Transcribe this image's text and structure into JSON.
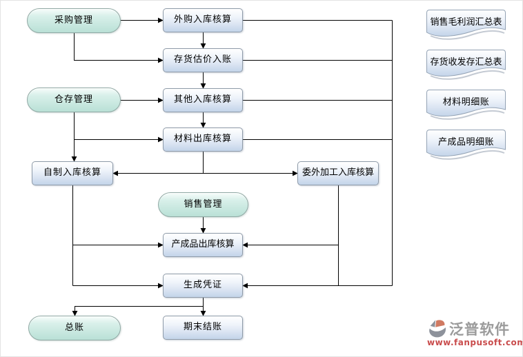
{
  "diagram": {
    "nodes": {
      "procurement_mgmt": {
        "label": "采购管理",
        "type": "pill"
      },
      "purchase_inbound": {
        "label": "外购入库核算",
        "type": "process"
      },
      "inventory_valuation": {
        "label": "存货估价入账",
        "type": "process"
      },
      "warehouse_mgmt": {
        "label": "仓存管理",
        "type": "pill"
      },
      "other_inbound": {
        "label": "其他入库核算",
        "type": "process"
      },
      "material_outbound": {
        "label": "材料出库核算",
        "type": "process"
      },
      "selfmade_inbound": {
        "label": "自制入库核算",
        "type": "process"
      },
      "outsourced_inbound": {
        "label": "委外加工入库核算",
        "type": "process"
      },
      "sales_mgmt": {
        "label": "销售管理",
        "type": "pill"
      },
      "finished_outbound": {
        "label": "产成品出库核算",
        "type": "process"
      },
      "generate_voucher": {
        "label": "生成凭证",
        "type": "process"
      },
      "general_ledger": {
        "label": "总账",
        "type": "pill"
      },
      "period_end_close": {
        "label": "期末结账",
        "type": "process"
      }
    },
    "reports": {
      "sales_gross_profit": {
        "label": "销售毛利润汇总表"
      },
      "inventory_in_out": {
        "label": "存货收发存汇总表"
      },
      "material_ledger": {
        "label": "材料明细账"
      },
      "finished_goods_ledger": {
        "label": "产成品明细账"
      }
    }
  },
  "watermark": {
    "brand": "泛普软件",
    "url": "www.fanpusoft.com"
  },
  "colors": {
    "pill_fill": "#c9e8e0",
    "process_fill": "#d7e2f1",
    "connector": "#000000",
    "brand_gray": "#9b9b9b",
    "brand_red": "#c94c4c"
  }
}
